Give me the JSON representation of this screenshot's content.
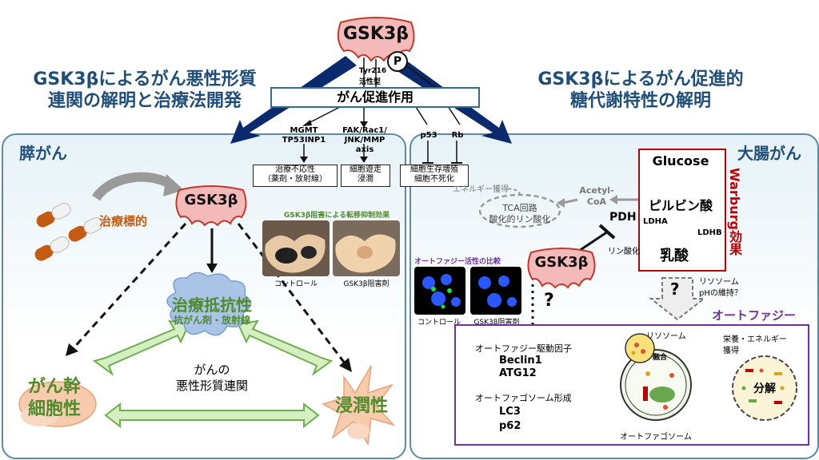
{
  "top_gsk": {
    "label": "GSK3β",
    "phospho": "P",
    "site_line1": "Tyr216",
    "site_line2": "活性型"
  },
  "left_heading": {
    "line1": "GSK3βによるがん悪性形質",
    "line2": "連関の解明と治療法開発"
  },
  "right_heading": {
    "line1": "GSK3βによるがん促進的",
    "line2": "糖代謝特性の解明"
  },
  "promo_box": {
    "label": "がん促進作用"
  },
  "targets": {
    "t1_line1": "MGMT",
    "t1_line2": "TP53INP1",
    "t2_line1": "FAK/Rac1/",
    "t2_line2": "JNK/MMP axis",
    "t3": "p53",
    "t4": "Rb"
  },
  "outcomes": {
    "o1_line1": "治療不応性",
    "o1_line2": "（薬剤・放射線）",
    "o2_line1": "細胞遊走",
    "o2_line2": "浸潤",
    "o3_line1": "細胞生存増殖",
    "o3_line2": "細胞不死化"
  },
  "pancreas": {
    "title": "膵がん",
    "gsk_label": "GSK3β",
    "target_label": "治療標的",
    "resistance_line1": "治療抵抗性",
    "resistance_line2": "抗がん剤・放射線",
    "stem_line1": "がん幹",
    "stem_line2": "細胞性",
    "invasion": "浸潤性",
    "center_line1": "がんの",
    "center_line2": "悪性形質連関"
  },
  "photos": {
    "metastasis_title": "GSK3β阻害による転移抑制効果",
    "control": "コントロール",
    "inhibitor": "GSK3β阻害剤",
    "autophagy_title": "オートファジー活性の比較",
    "control2": "コントロール",
    "inhibitor2": "GSK3β阻害剤"
  },
  "colon": {
    "title": "大腸がん",
    "glucose": "Glucose",
    "pyruvate": "ピルビン酸",
    "ldha": "LDHA",
    "ldhb": "LDHB",
    "lactate": "乳酸",
    "warburg": "Warburg効果",
    "acetyl_line1": "Acetyl-",
    "acetyl_line2": "CoA",
    "pdh": "PDH",
    "energy": "エネルギー獲得",
    "tca_line1": "TCA回路",
    "tca_line2": "酸化的リン酸化",
    "phos": "リン酸化",
    "gsk_label": "GSK3β",
    "question": "?",
    "question2": "?",
    "lysosome_q_line1": "リソソーム",
    "lysosome_q_line2": "pHの維持？"
  },
  "autophagy": {
    "title": "オートファジー",
    "drivers_heading": "オートファジー駆動因子",
    "driver1": "Beclin1",
    "driver2": "ATG12",
    "formation_heading": "オートファゴソーム形成",
    "marker1": "LC3",
    "marker2": "p62",
    "lysosome": "リソソーム",
    "fusion": "融合",
    "autophagosome": "オートファゴソーム",
    "nutrient_line1": "栄養・エネルギー",
    "nutrient_line2": "獲得",
    "degradation": "分解"
  },
  "colors": {
    "accent": "#1f4e79",
    "warburg_red": "#c00000",
    "autophagy_purple": "#7030a0",
    "green": "#4f8a2b",
    "orange": "#c55a11"
  }
}
